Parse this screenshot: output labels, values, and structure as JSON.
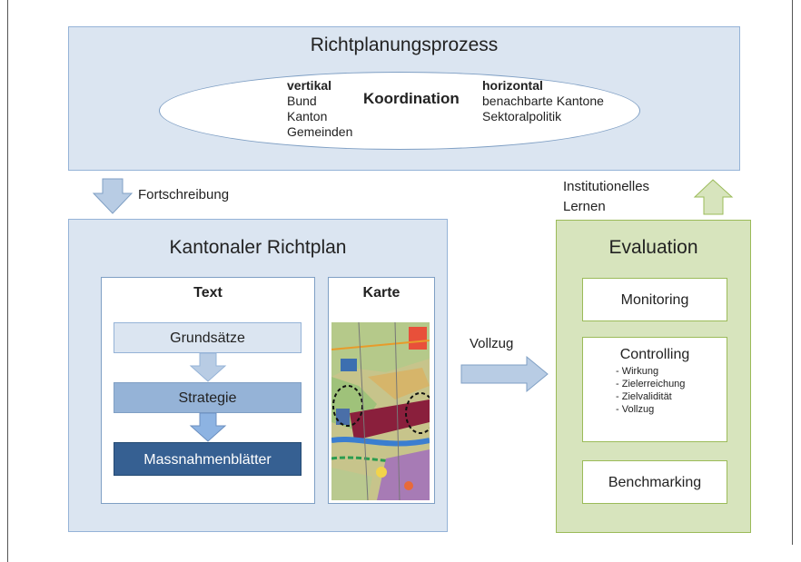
{
  "process": {
    "title": "Richtplanungsprozess",
    "vertical": {
      "heading": "vertikal",
      "items": [
        "Bund",
        "Kanton",
        "Gemeinden"
      ]
    },
    "center": "Koordination",
    "horizontal": {
      "heading": "horizontal",
      "items": [
        "benachbarte Kantone",
        "Sektoralpolitik"
      ]
    }
  },
  "arrows": {
    "down_label": "Fortschreibung",
    "up_label_line1": "Institutionelles",
    "up_label_line2": "Lernen",
    "right_label": "Vollzug"
  },
  "richtplan": {
    "title": "Kantonaler Richtplan",
    "text_heading": "Text",
    "steps": [
      "Grundsätze",
      "Strategie",
      "Massnahmenblätter"
    ],
    "map_heading": "Karte"
  },
  "evaluation": {
    "title": "Evaluation",
    "monitoring": "Monitoring",
    "controlling": {
      "title": "Controlling",
      "items": [
        "- Wirkung",
        "- Zielerreichung",
        "- Zielvalidität",
        "- Vollzug"
      ]
    },
    "benchmarking": "Benchmarking"
  },
  "colors": {
    "blue_panel": "#dbe5f1",
    "green_panel": "#d7e4bd",
    "arrow_blue": "#b8cce4",
    "arrow_green": "#d7e4bd",
    "step_light": "#dbe5f1",
    "step_mid": "#95b3d7",
    "step_dark": "#366092"
  }
}
